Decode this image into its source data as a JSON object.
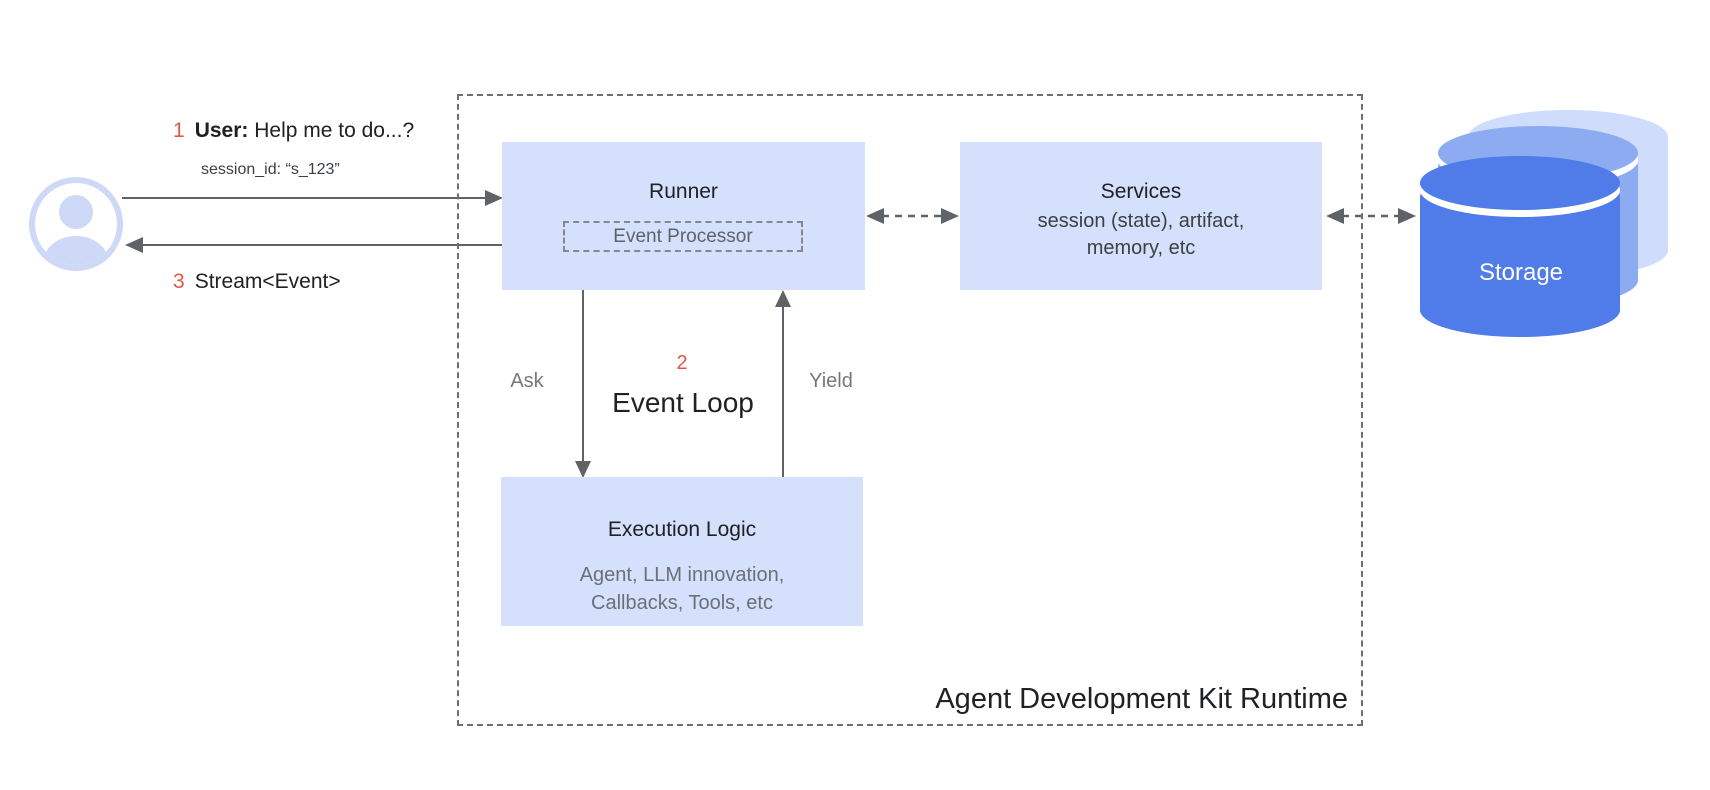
{
  "user_flow": {
    "step1_number": "1",
    "step1_user_label": "User:",
    "step1_message": "Help me to do...?",
    "session_id_line": "session_id: “s_123”",
    "step3_number": "3",
    "step3_message": "Stream<Event>"
  },
  "runtime": {
    "title": "Agent Development Kit Runtime",
    "runner": {
      "title": "Runner",
      "event_processor_label": "Event Processor"
    },
    "services": {
      "title": "Services",
      "subtitle_line1": "session (state), artifact,",
      "subtitle_line2": "memory, etc"
    },
    "execution_logic": {
      "title": "Execution Logic",
      "subtitle_line1": "Agent, LLM innovation,",
      "subtitle_line2": "Callbacks, Tools, etc"
    },
    "event_loop": {
      "step_number": "2",
      "title": "Event Loop",
      "ask_label": "Ask",
      "yield_label": "Yield"
    }
  },
  "storage": {
    "label": "Storage"
  },
  "icons": {
    "user_avatar": "person-avatar-icon (circle outline with head and shoulders)",
    "storage": "database-cylinder-stack-icon (three offset cylinders)"
  },
  "colors": {
    "component_box_fill": "#d5e1fc",
    "storage_cylinder_front": "#4f7ce8",
    "storage_cylinder_middle": "#8cabf0",
    "storage_cylinder_back": "#cfdcfb",
    "avatar_blue": "#cdd9f7",
    "accent_red_step_numbers": "#e0584a",
    "arrow_line_gray": "#5f6368",
    "dashed_border_gray": "#6b7075",
    "text_dark": "#202124",
    "text_gray": "#6b7077"
  }
}
